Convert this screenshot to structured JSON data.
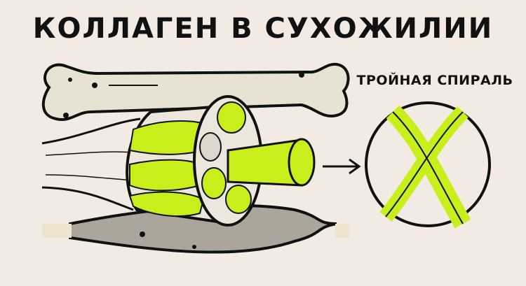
{
  "diagram": {
    "title": "КОЛЛАГЕН В СУХОЖИЛИИ",
    "subtitle": "ТРОЙНАЯ СПИРАЛЬ",
    "elements": [
      "bone",
      "tendon",
      "tendon-cross-section",
      "fiber-bundles",
      "muscle",
      "arrow",
      "triple-helix-magnified"
    ],
    "colors": {
      "background": "#f3ebe3",
      "collagen": "#c8ee1c",
      "bone": "#e8e2d2",
      "muscle": "#aba59c",
      "outline": "#111111"
    }
  }
}
